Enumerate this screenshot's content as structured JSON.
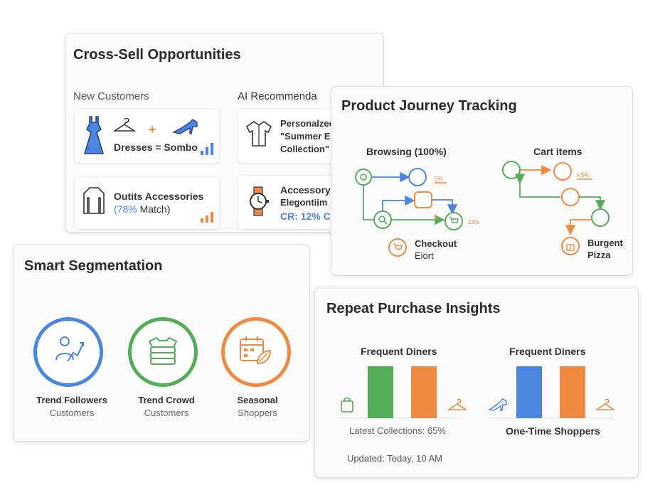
{
  "colors": {
    "blue": "#4a86e0",
    "green": "#53ad58",
    "orange": "#f08a43",
    "text": "#2a2a2a"
  },
  "cross_sell": {
    "title": "Cross-Sell Opportunities",
    "new_customers_heading": "New Customers",
    "ai_heading": "AI Recommenda",
    "tile1": {
      "text": "Dresses = Sombo",
      "plus": "+"
    },
    "tile2": {
      "line1": "Outits Accessories",
      "pct": "(78%",
      "match": " Match)"
    },
    "tile3": {
      "line1": "Personalzec",
      "line2": "\"Summer Es",
      "line3": "Collection\""
    },
    "tile4": {
      "line1": "Accessory",
      "line2": "Elegontiim",
      "line3": "CR: 12% C"
    }
  },
  "journey": {
    "title": "Product Journey Tracking",
    "browsing": "Browsing (100%)",
    "cart": "Cart items",
    "checkout_line1": "Checkout",
    "checkout_line2": "Eiort",
    "burger_line1": "Burgent",
    "burger_line2": "Pizza",
    "small_labels": [
      "5%",
      "15%",
      "KS%"
    ]
  },
  "segmentation": {
    "title": "Smart Segmentation",
    "segments": [
      {
        "name": "Trend Followers",
        "sub": "Customers",
        "color": "#4a86e0",
        "icon": "trend-user-icon"
      },
      {
        "name": "Trend Crowd",
        "sub": "Customers",
        "color": "#53ad58",
        "icon": "clothes-stack-icon"
      },
      {
        "name": "Seasonal",
        "sub": "Shoppers",
        "color": "#f08a43",
        "icon": "calendar-leaf-icon"
      }
    ]
  },
  "repeat": {
    "title": "Repeat Purchase Insights",
    "left_heading": "Frequent Diners",
    "right_heading": "Frequent Diners",
    "left_caption": "Latest Collections: 65%",
    "right_caption": "One-Time Shoppers",
    "updated": "Updated: Today, 10 AM"
  }
}
